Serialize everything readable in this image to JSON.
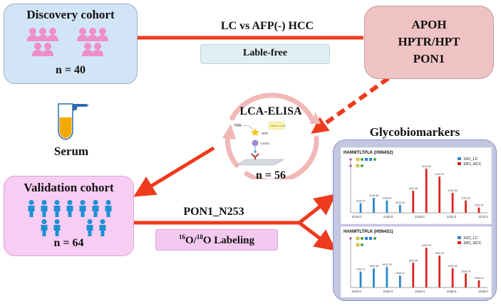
{
  "discovery": {
    "title": "Discovery cohort",
    "n": "n = 40"
  },
  "top_arrow": {
    "label": "LC vs AFP(-) HCC",
    "method": "Lable-free"
  },
  "candidates": {
    "lines": [
      "APOH",
      "HPTR/HPT",
      "PON1"
    ]
  },
  "serum": {
    "label": "Serum"
  },
  "elisa": {
    "title": "LCA-ELISA",
    "n": "n = 56",
    "diagram_labels": {
      "tmb": "TMB",
      "hrp": "HRP",
      "lectin": "Lectin",
      "antibody": "Antibody",
      "product": "Yellow Color"
    }
  },
  "validation": {
    "title": "Validation cohort",
    "n": "n = 64"
  },
  "bottom_arrow": {
    "label": "PON1_N253",
    "method_main": "O/",
    "method_tail": "O Labeling",
    "iso1": "16",
    "iso2": "18"
  },
  "glyco": {
    "title": "Glycobiomarkers",
    "panels": [
      {
        "glycopeptide": "HANWTLTPLK (H5N4S2)",
        "legend": [
          "16O_LC",
          "18O_HCC"
        ],
        "xticks": [
          "1128.0",
          "1129.0",
          "1130.0",
          "1131.0",
          "1132.0"
        ],
        "lc_peaks": [
          {
            "mz": "1128.19",
            "rel": 22
          },
          {
            "mz": "1128.46",
            "rel": 34
          },
          {
            "mz": "1128.81",
            "rel": 28
          },
          {
            "mz": "1129.15",
            "rel": 18
          }
        ],
        "hcc_peaks": [
          {
            "mz": "1130.48",
            "rel": 50
          },
          {
            "mz": "1130.82",
            "rel": 100
          },
          {
            "mz": "1131.15",
            "rel": 82
          },
          {
            "mz": "1131.48",
            "rel": 45
          },
          {
            "mz": "1131.82",
            "rel": 28
          },
          {
            "mz": "1132.15",
            "rel": 12
          }
        ]
      },
      {
        "glycopeptide": "HANWTLTPLK (H5N4S1)",
        "legend": [
          "16O_LC",
          "18O_HCC"
        ],
        "xticks": [
          "1032.0",
          "1033.0",
          "1034.0",
          "1035.0",
          "1036.0"
        ],
        "lc_peaks": [
          {
            "mz": "1032.11",
            "rel": 40
          },
          {
            "mz": "1032.45",
            "rel": 48
          },
          {
            "mz": "1032.78",
            "rel": 52
          },
          {
            "mz": "1033.12",
            "rel": 30
          }
        ],
        "hcc_peaks": [
          {
            "mz": "1033.45",
            "rel": 62
          },
          {
            "mz": "1033.78",
            "rel": 100
          },
          {
            "mz": "1034.12",
            "rel": 80
          },
          {
            "mz": "1034.45",
            "rel": 48
          },
          {
            "mz": "1034.78",
            "rel": 35
          },
          {
            "mz": "1035.12",
            "rel": 18
          }
        ]
      }
    ]
  },
  "colors": {
    "arrow": "#ee3a1d",
    "lc": "#2e86c8",
    "hcc": "#d6261f",
    "person_pink": "#ef8ec7",
    "person_blue": "#1d8fd6",
    "serum": "#f2a900"
  }
}
